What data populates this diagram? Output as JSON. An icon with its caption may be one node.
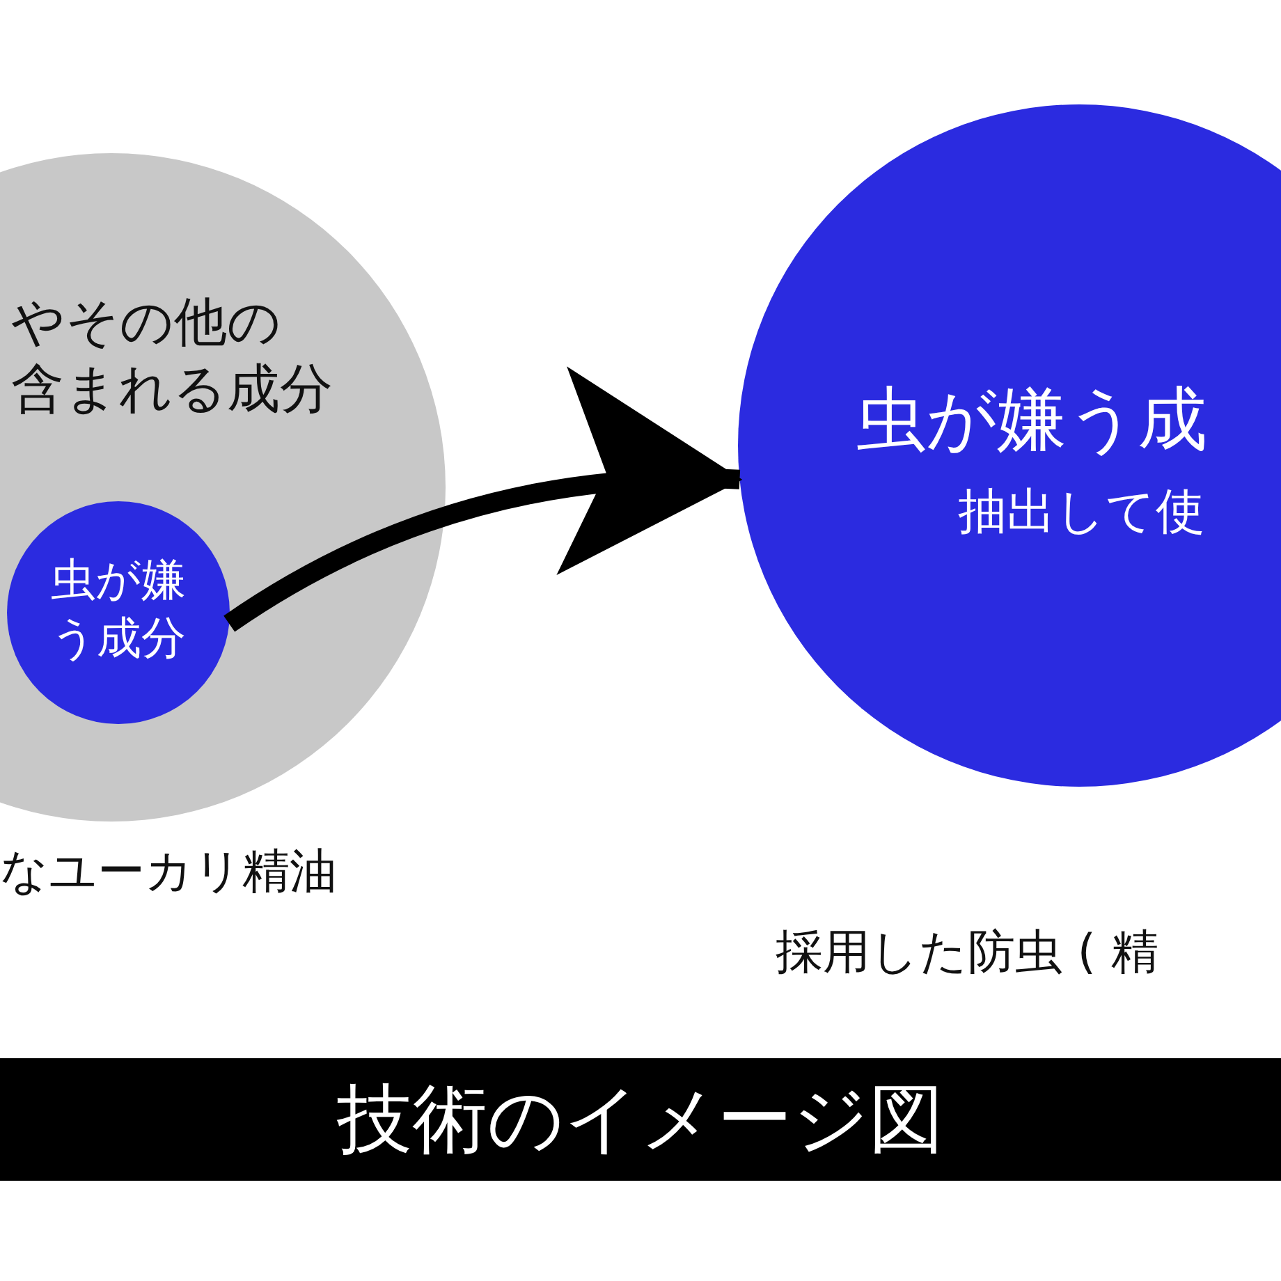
{
  "diagram": {
    "title": "技術のイメージ図",
    "nodes": [
      {
        "text": [
          "やその他の",
          "含まれる成分"
        ],
        "beside": [
          "なユーカリ精油"
        ]
      },
      {
        "text": [
          "虫が嫌う成分"
        ],
        "in": 0
      },
      {
        "text": [
          "虫が嫌う成",
          "抽出して使"
        ],
        "beside": [
          "採用した防虫 ( 精"
        ]
      }
    ],
    "edges": [
      {
        "from": 1,
        "to": 2,
        "arrow": "to"
      }
    ]
  }
}
